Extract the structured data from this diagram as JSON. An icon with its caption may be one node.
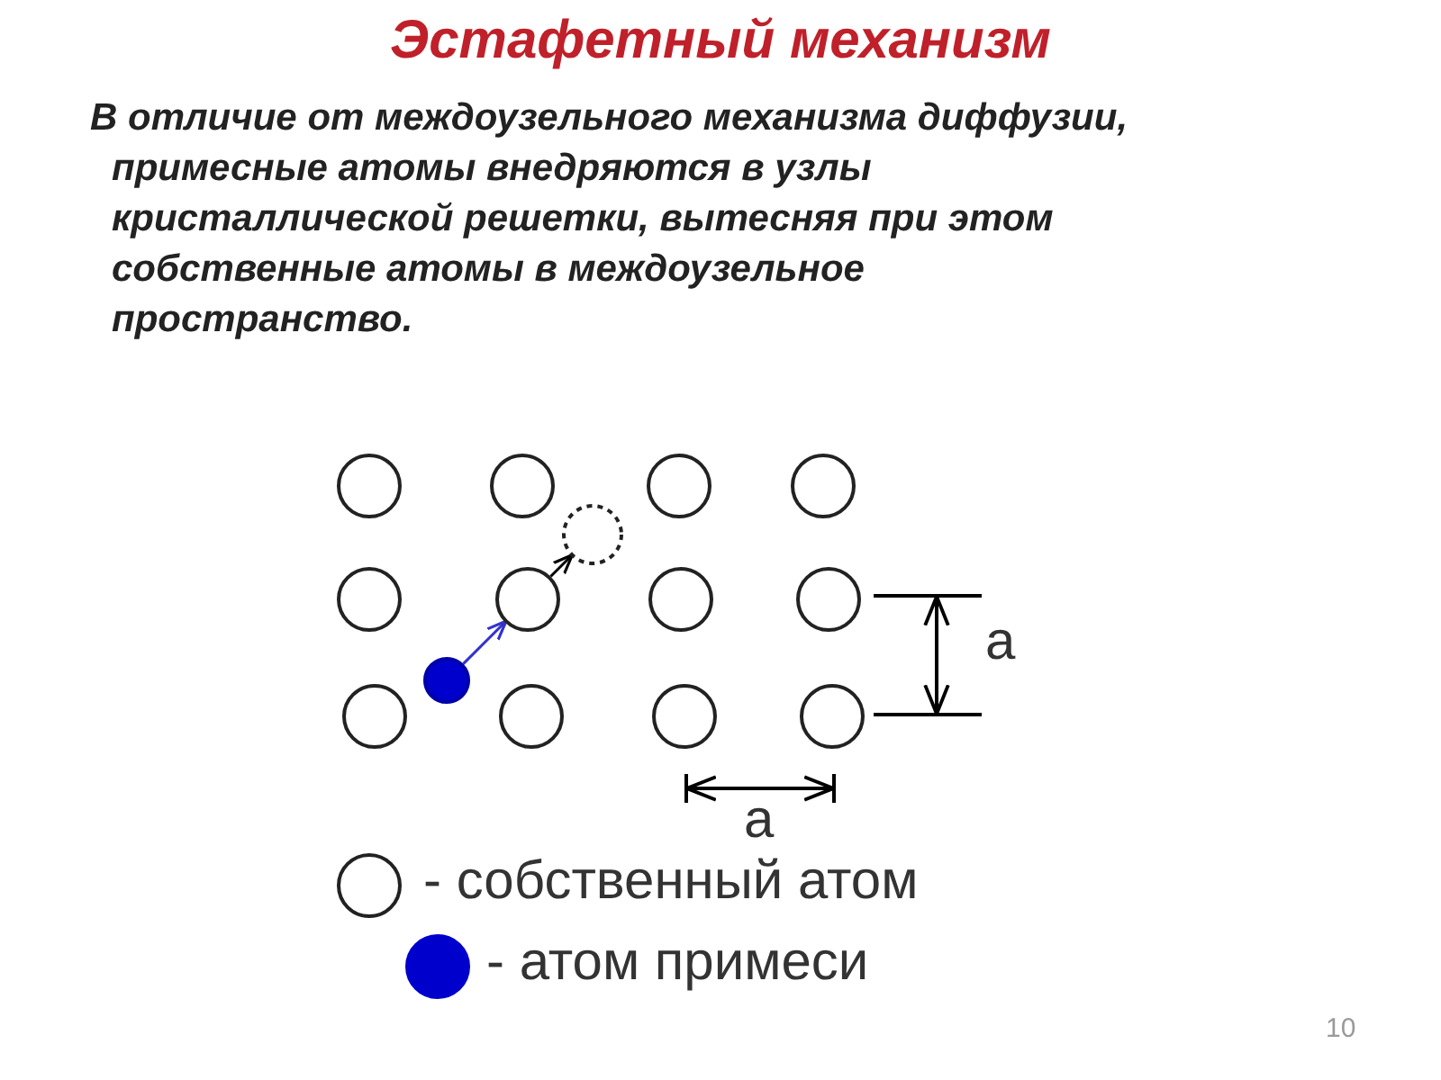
{
  "diagram": {
    "title": "Эстафетный механизм",
    "nodes": [
      {
        "text": [],
        "shape": "circle"
      },
      {
        "text": [],
        "shape": "circle"
      },
      {
        "text": [],
        "shape": "circle"
      },
      {
        "text": [],
        "shape": "circle"
      },
      {
        "text": [],
        "shape": "circle"
      },
      {
        "text": [],
        "shape": "circle"
      },
      {
        "text": [],
        "shape": "circle"
      },
      {
        "text": [],
        "shape": "circle"
      },
      {
        "text": [],
        "shape": "circle"
      },
      {
        "text": [],
        "shape": "circle"
      },
      {
        "text": [],
        "shape": "circle"
      },
      {
        "text": [],
        "shape": "circle"
      },
      {
        "text": [],
        "shape": "circle"
      },
      {
        "text": [],
        "shape": "circle"
      }
    ],
    "edges": [
      {
        "from": 9,
        "to": 6,
        "arrow": "to",
        "color": "#3333cc"
      },
      {
        "from": 6,
        "to": 4,
        "arrow": "to",
        "color": "#000000"
      }
    ],
    "labels": [
      "В отличие от междоузельного механизма диффузии, примесные атомы внедряются в узлы кристаллической решетки, вытесняя при этом собственные атомы в междоузельное пространство.",
      "a",
      "a",
      "10"
    ],
    "legend": [
      {
        "text": "- собственный атом"
      },
      {
        "text": "- атом примеси",
        "color": "#0000cc"
      }
    ]
  }
}
